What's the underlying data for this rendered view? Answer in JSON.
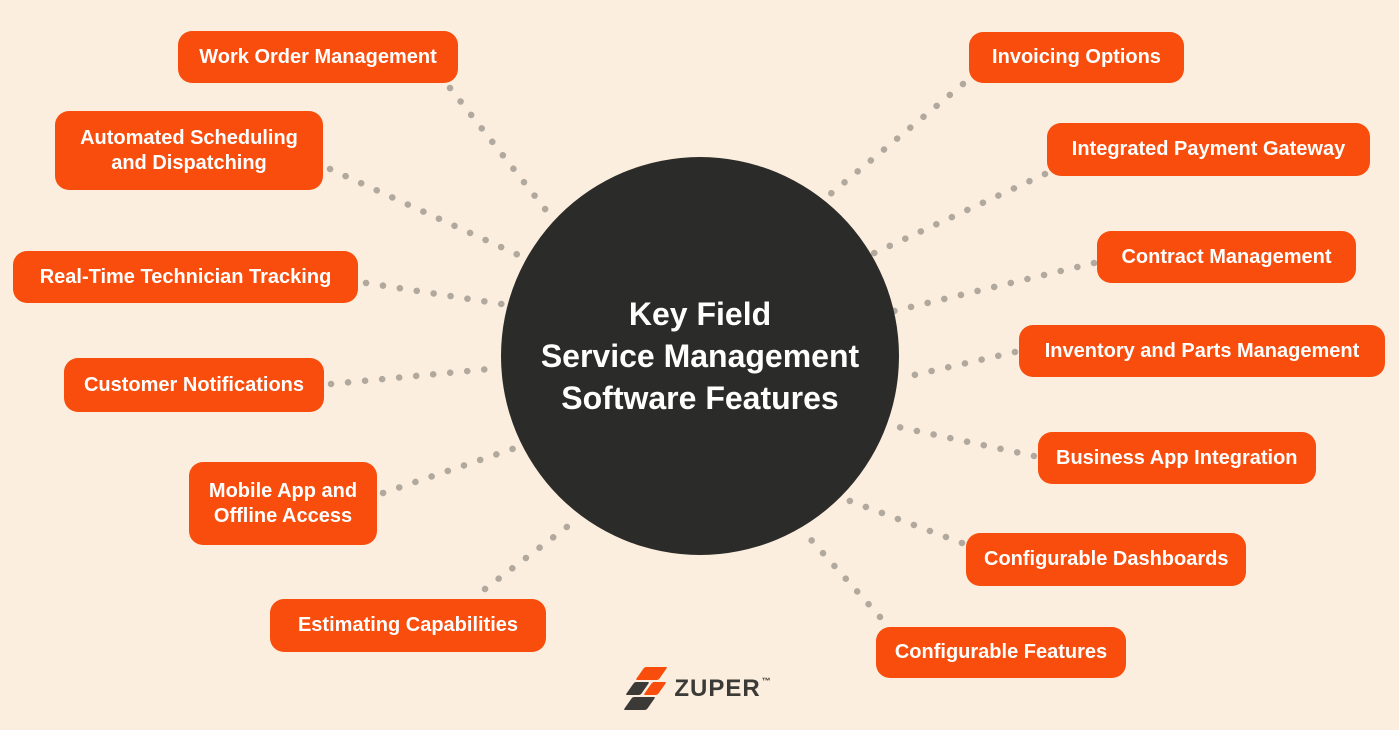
{
  "title": "Key Field Service Management Software Features",
  "colors": {
    "background": "#FCEEDE",
    "accent": "#F84D0C",
    "circle": "#2B2B29",
    "connector_dots": "#B1A89E",
    "logo_dark": "#3B3A37",
    "box_text": "#FFFFFF"
  },
  "center": {
    "title_lines": [
      "Key Field",
      "Service Management",
      "Software Features"
    ]
  },
  "features": [
    {
      "label": "Work Order Management",
      "side": "left"
    },
    {
      "label": "Automated Scheduling and Dispatching",
      "side": "left"
    },
    {
      "label": "Real-Time Technician Tracking",
      "side": "left"
    },
    {
      "label": "Customer Notifications",
      "side": "left"
    },
    {
      "label": "Mobile App and Offline Access",
      "side": "left"
    },
    {
      "label": "Estimating Capabilities",
      "side": "left"
    },
    {
      "label": "Invoicing Options",
      "side": "right"
    },
    {
      "label": "Integrated Payment Gateway",
      "side": "right"
    },
    {
      "label": "Contract Management",
      "side": "right"
    },
    {
      "label": "Inventory and Parts Management",
      "side": "right"
    },
    {
      "label": "Business App Integration",
      "side": "right"
    },
    {
      "label": "Configurable Dashboards",
      "side": "right"
    },
    {
      "label": "Configurable Features",
      "side": "right"
    }
  ],
  "logo": {
    "brand": "ZUPER",
    "trademark": "™"
  }
}
